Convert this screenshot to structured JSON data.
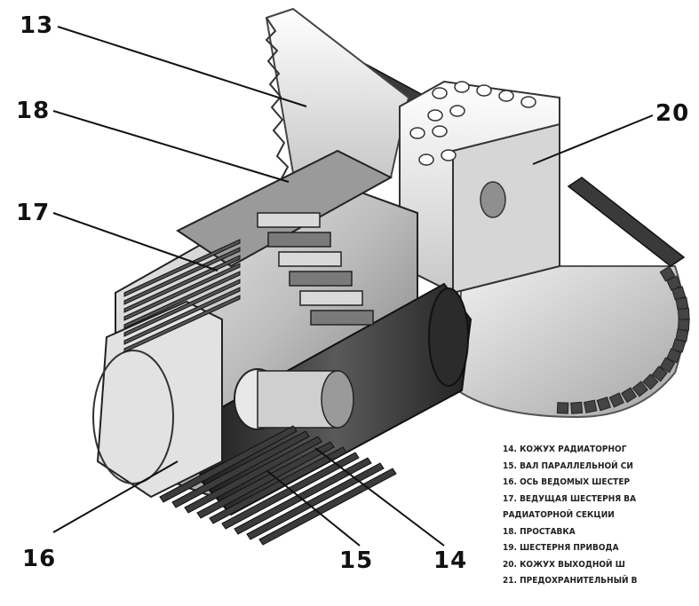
{
  "callouts": [
    {
      "id": "c13",
      "label": "13"
    },
    {
      "id": "c18",
      "label": "18"
    },
    {
      "id": "c17",
      "label": "17"
    },
    {
      "id": "c20",
      "label": "20"
    },
    {
      "id": "c16",
      "label": "16"
    },
    {
      "id": "c15",
      "label": "15"
    },
    {
      "id": "c14",
      "label": "14"
    }
  ],
  "legend": [
    "14. КОЖУХ РАДИАТОРНОГ",
    "15. ВАЛ ПАРАЛЛЕЛЬНОЙ СИ",
    "16. ОСЬ ВЕДОМЫХ ШЕСТЕР",
    "17. ВЕДУЩАЯ ШЕСТЕРНЯ ВА",
    "    РАДИАТОРНОЙ СЕКЦИИ",
    "18. ПРОСТАВКА",
    "19. ШЕСТЕРНЯ ПРИВОДА",
    "20. КОЖУХ ВЫХОДНОЙ Ш",
    "21. ПРЕДОХРАНИТЕЛЬНЫЙ В"
  ],
  "colors": {
    "dark": "#2b2b2b",
    "mid": "#8a8a8a",
    "light": "#dcdcdc",
    "metal": "#bdbdbd",
    "shadow": "#555555"
  }
}
